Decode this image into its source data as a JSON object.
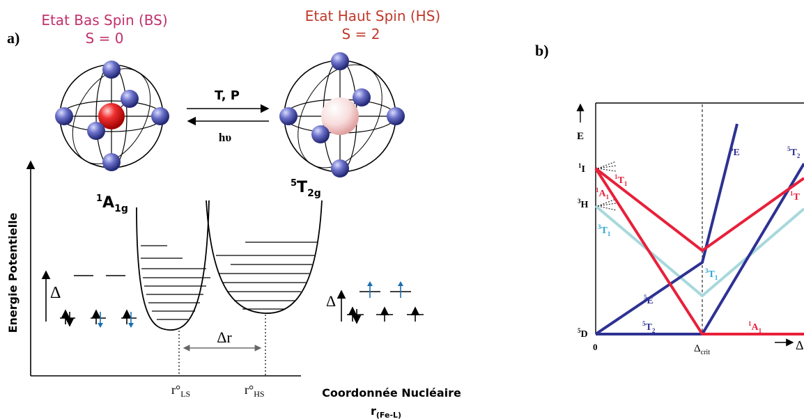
{
  "panel_a": {
    "label": "a)",
    "bs_title": "Etat Bas Spin (BS)",
    "bs_spin": "S = 0",
    "hs_title": "Etat Haut Spin (HS)",
    "hs_spin": "S = 2",
    "arrow_forward": "T, P",
    "arrow_back": "hυ",
    "bs_state": {
      "main": "A",
      "pre": "1",
      "sub": "1g"
    },
    "hs_state": {
      "main": "T",
      "pre": "5",
      "sub": "2g"
    },
    "y_axis": "Energie Potentielle",
    "x_axis": "Coordonnée Nucléaire",
    "x_axis_sub": "r",
    "x_axis_sub_small": "(Fe-L)",
    "delta_r": "Δr",
    "r_ls": "r°",
    "r_ls_sub": "LS",
    "r_hs": "r°",
    "r_hs_sub": "HS",
    "delta_left": "Δ",
    "delta_right": "Δ",
    "colors": {
      "bs": "#c0306a",
      "hs": "#c0392b",
      "ligand": "#3a3f9a",
      "metal_ls": "#e02020",
      "metal_hs": "#f5c6c6",
      "spin_blue": "#1a6fb0"
    }
  },
  "panel_b": {
    "label": "b)",
    "y_axis": "E",
    "x_axis": "Δ",
    "origin": "0",
    "crit": "Δ",
    "crit_sub": "crit",
    "levels": {
      "I": {
        "pre": "1",
        "main": "I"
      },
      "H": {
        "pre": "3",
        "main": "H"
      },
      "D": {
        "pre": "5",
        "main": "D"
      }
    },
    "labels": {
      "T1_red": {
        "pre": "1",
        "main": "T",
        "sub": "1"
      },
      "A1_red_left": {
        "pre": "1",
        "main": "A",
        "sub": "1"
      },
      "T1_light": {
        "pre": "3",
        "main": "T",
        "sub": "1"
      },
      "E_blue_top": {
        "pre": "5",
        "main": "E"
      },
      "T2_blue_top": {
        "pre": "5",
        "main": "T",
        "sub": "2"
      },
      "T1_red_right": {
        "pre": "1",
        "main": "T"
      },
      "T1_light_mid": {
        "pre": "3",
        "main": "T",
        "sub": "1"
      },
      "E_blue_mid": {
        "pre": "5",
        "main": "E"
      },
      "T2_blue_bottom": {
        "pre": "5",
        "main": "T",
        "sub": "2"
      },
      "A1_red_bottom": {
        "pre": "1",
        "main": "A",
        "sub": "1"
      }
    },
    "colors": {
      "blue": "#2e3192",
      "red": "#e8203a",
      "light": "#a7d8dc"
    }
  }
}
